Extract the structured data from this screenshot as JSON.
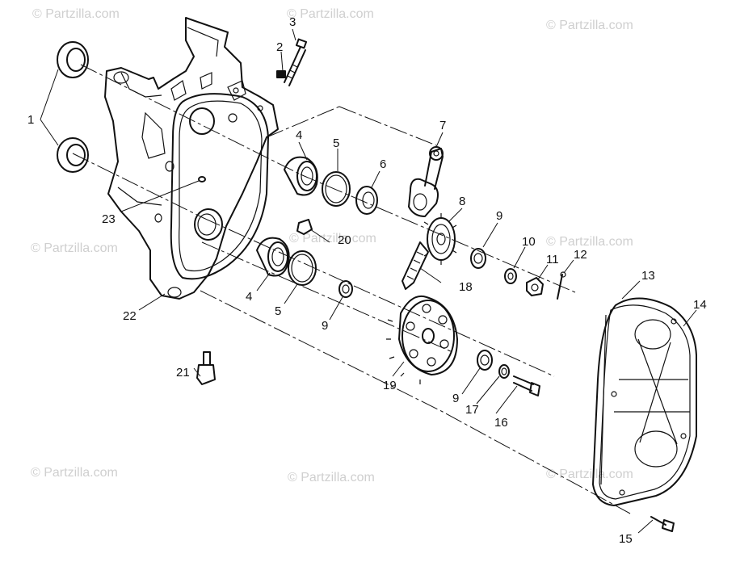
{
  "watermarks": [
    "© Partzilla.com",
    "© Partzilla.com",
    "© Partzilla.com",
    "© Partzilla.com",
    "© Partzilla.com",
    "© Partzilla.com",
    "© Partzilla.com",
    "© Partzilla.com",
    "© Partzilla.com"
  ],
  "callouts": {
    "c1": "1",
    "c2": "2",
    "c3": "3",
    "c4a": "4",
    "c4b": "4",
    "c5a": "5",
    "c5b": "5",
    "c6": "6",
    "c7": "7",
    "c8": "8",
    "c9a": "9",
    "c9b": "9",
    "c9c": "9",
    "c10": "10",
    "c11": "11",
    "c12": "12",
    "c13": "13",
    "c14": "14",
    "c15": "15",
    "c16": "16",
    "c17": "17",
    "c18": "18",
    "c19": "19",
    "c20": "20",
    "c21": "21",
    "c22": "22",
    "c23": "23"
  }
}
